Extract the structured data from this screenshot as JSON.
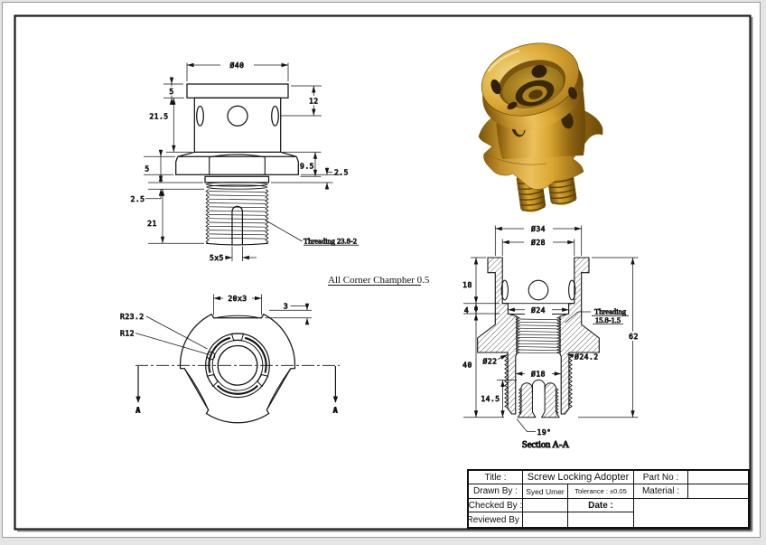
{
  "document": {
    "note": "All Corner Champher 0.5",
    "section_caption": "Section A-A"
  },
  "front_view": {
    "dia_top": "Ø40",
    "flange_height": "5",
    "body_height": "21.5",
    "hole_offset": "12",
    "transition_height": "9.5",
    "neck_offset_right": "2.5",
    "hex_height": "5",
    "thread_gap_left": "2.5",
    "thread_length": "21",
    "slot": "5x5",
    "thread_note": "Threading 23.8-2"
  },
  "top_view": {
    "notch": "20x3",
    "notch_depth": "3",
    "radius_outer": "R23.2",
    "radius_inner": "R12",
    "section_marker_left": "A",
    "section_marker_right": "A"
  },
  "section_view": {
    "dia_flange": "Ø34",
    "dia_opening": "Ø28",
    "cup_depth": "18",
    "floor_thickness": "4",
    "dia_counterbore": "Ø24",
    "thread_note_line1": "Threading",
    "thread_note_line2": "15.8-1.5",
    "total_height": "62",
    "lower_height": "40",
    "dia_minor": "Ø22",
    "dia_major": "Ø24.2",
    "dia_bore": "Ø18",
    "finger_length": "14.5",
    "taper_angle": "19°"
  },
  "title_block": {
    "title_label": "Title :",
    "title_value": "Screw Locking Adopter",
    "part_no_label": "Part No :",
    "part_no_value": "",
    "drawn_by_label": "Drawn By :",
    "drawn_by_value": "Syed Umer",
    "tolerance_label": "Tolerance : ±0.05",
    "material_label": "Material :",
    "material_value": "",
    "checked_by_label": "Checked By :",
    "checked_by_value": "",
    "date_label": "Date :",
    "date_value": "",
    "reviewed_by_label": "Reviewed By :",
    "reviewed_by_value": ""
  },
  "colors": {
    "gold": "#D79E2C",
    "gold_light": "#F0D178",
    "gold_dark": "#6B4A08",
    "line": "#141414",
    "page_background": "#E4E4E4"
  }
}
